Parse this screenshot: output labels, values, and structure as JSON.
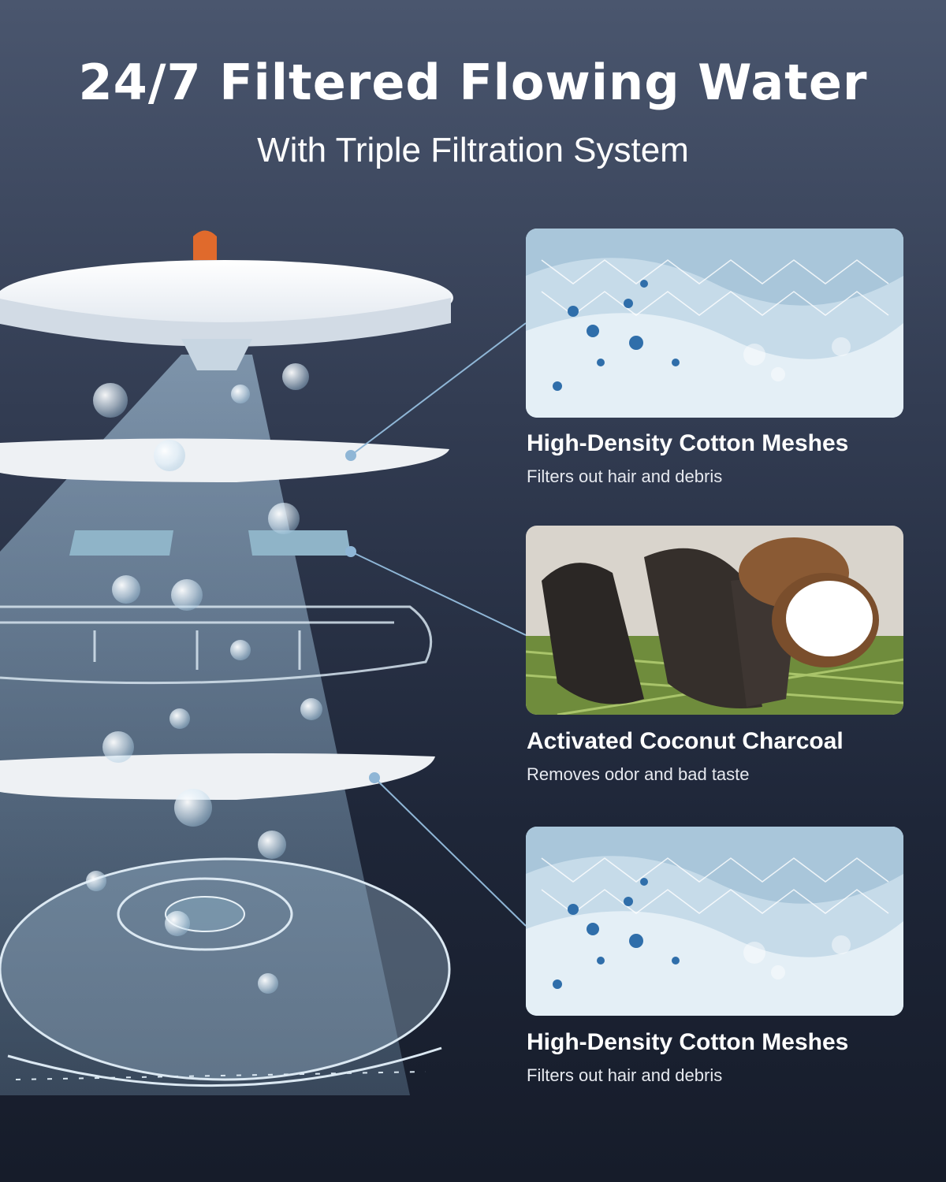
{
  "header": {
    "title": "24/7 Filtered Flowing Water",
    "subtitle": "With Triple Filtration System"
  },
  "features": [
    {
      "title": "High-Density Cotton Meshes",
      "description": "Filters out hair and debris",
      "image": "cotton-mesh-closeup"
    },
    {
      "title": "Activated Coconut Charcoal",
      "description": "Removes odor and bad taste",
      "image": "coconut-charcoal-photo"
    },
    {
      "title": "High-Density Cotton Meshes",
      "description": "Filters out hair and debris",
      "image": "cotton-mesh-closeup"
    }
  ],
  "colors": {
    "background_top": "#4a566e",
    "background_bottom": "#161c2a",
    "accent_orange": "#e06a2c",
    "connector": "#8fb6d6"
  }
}
